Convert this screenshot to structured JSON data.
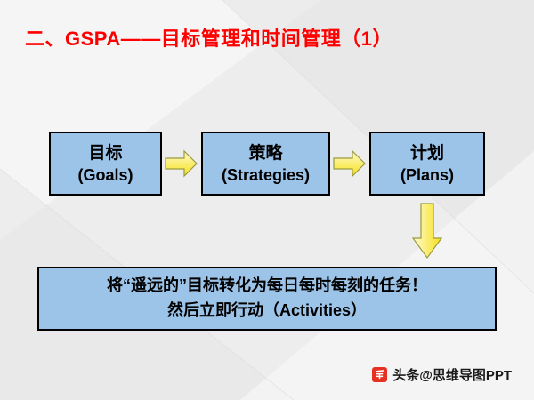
{
  "slide": {
    "title": "二、GSPA——目标管理和时间管理（1）"
  },
  "flow": {
    "boxes": [
      {
        "zh": "目标",
        "en": "(Goals)"
      },
      {
        "zh": "策略",
        "en": "(Strategies)"
      },
      {
        "zh": "计划",
        "en": "(Plans)"
      }
    ]
  },
  "summary": {
    "line1": "将“遥远的”目标转化为每日每时每刻的任务！",
    "line2": "然后立即行动（Activities）"
  },
  "watermark": {
    "text": "头条@思维导图PPT"
  },
  "colors": {
    "title": "#ff0000",
    "box_fill": "#9cc3e8",
    "arrow_fill": "#f7e018",
    "watermark_icon": "#e63022"
  }
}
